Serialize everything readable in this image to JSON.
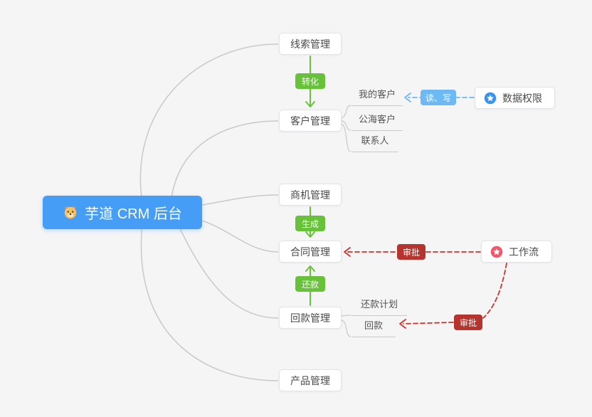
{
  "colors": {
    "background": "#f5f5f6",
    "root_blue": "#469df5",
    "node_border": "#e3e3e3",
    "line_gray": "#c9c9c9",
    "green": "#67c23a",
    "blue": "#6db9f5",
    "red": "#cc362d",
    "badge_red": "#b5342e",
    "data_permission_icon": "#3b93f0",
    "workflow_icon": "#f2566a"
  },
  "icons": {
    "root": "dog-face-icon",
    "data_permission": "star-circle-icon",
    "workflow": "star-circle-icon"
  },
  "root": {
    "label": "芋道 CRM 后台"
  },
  "nodes": [
    {
      "label": "线索管理"
    },
    {
      "label": "客户管理"
    },
    {
      "label": "商机管理"
    },
    {
      "label": "合同管理"
    },
    {
      "label": "回款管理"
    },
    {
      "label": "产品管理"
    }
  ],
  "customer_children": [
    {
      "label": "我的客户"
    },
    {
      "label": "公海客户"
    },
    {
      "label": "联系人"
    }
  ],
  "receivable_children": [
    {
      "label": "还款计划"
    },
    {
      "label": "回款"
    }
  ],
  "edge_badges": {
    "convert": "转化",
    "generate": "生成",
    "repay": "还款",
    "read_write": "读、写",
    "approve_contract": "审批",
    "approve_receivable": "审批"
  },
  "side_nodes": {
    "data_permission": "数据权限",
    "workflow": "工作流"
  }
}
